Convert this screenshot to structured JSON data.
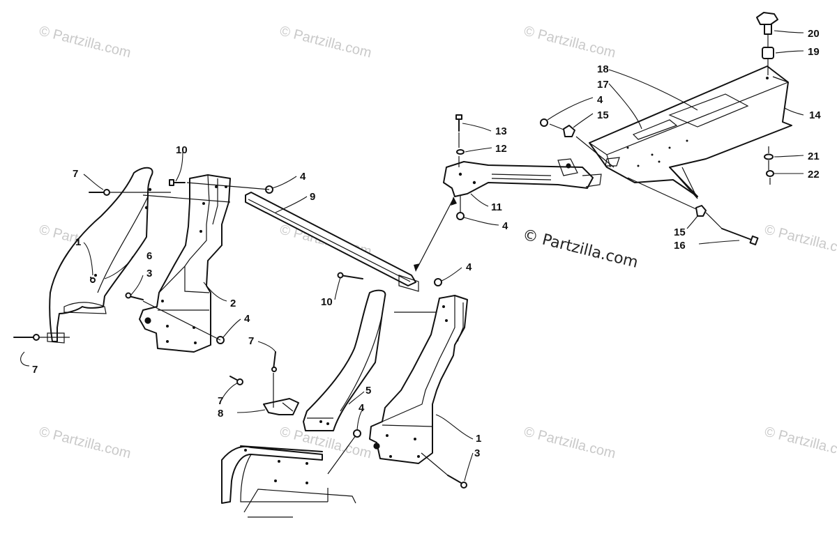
{
  "watermark": {
    "text": "© Partzilla.com",
    "main": "© Partzilla.com"
  },
  "callouts": {
    "c1a": "1",
    "c1b": "1",
    "c2": "2",
    "c3a": "3",
    "c3b": "3",
    "c4a": "4",
    "c4b": "4",
    "c4c": "4",
    "c4d": "4",
    "c4e": "4",
    "c4f": "4",
    "c5": "5",
    "c6": "6",
    "c7a": "7",
    "c7b": "7",
    "c7c": "7",
    "c7d": "7",
    "c8": "8",
    "c9": "9",
    "c10a": "10",
    "c10b": "10",
    "c11": "11",
    "c12": "12",
    "c13": "13",
    "c14": "14",
    "c15a": "15",
    "c15b": "15",
    "c16": "16",
    "c17": "17",
    "c18": "18",
    "c19": "19",
    "c20": "20",
    "c21": "21",
    "c22": "22"
  }
}
